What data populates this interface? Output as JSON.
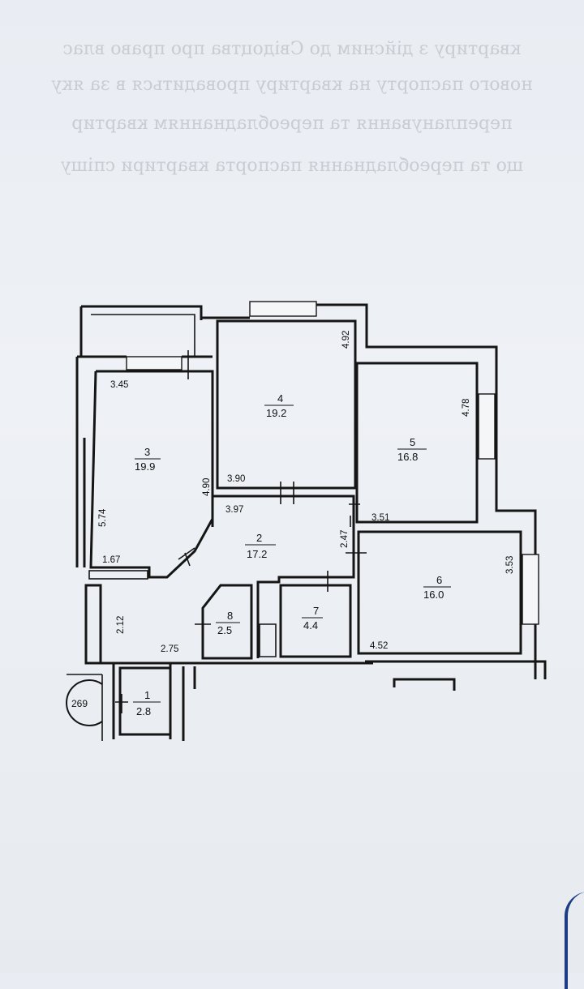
{
  "background_text": {
    "line1": "квартиру з дійсним до Свідоцтва про право влас",
    "line2": "нового паспорту на квартиру провадиться в за яку",
    "line3": "перепланування та переобладнанням квартир",
    "line4": "що та переобладнання паспорта квартири спішу"
  },
  "plan": {
    "apartment_number": "269",
    "rooms": [
      {
        "id": "1",
        "area": "2.8"
      },
      {
        "id": "2",
        "area": "17.2"
      },
      {
        "id": "3",
        "area": "19.9"
      },
      {
        "id": "4",
        "area": "19.2"
      },
      {
        "id": "5",
        "area": "16.8"
      },
      {
        "id": "6",
        "area": "16.0"
      },
      {
        "id": "7",
        "area": "4.4"
      },
      {
        "id": "8",
        "area": "2.5"
      }
    ],
    "dimensions": {
      "d345": "3.45",
      "d574": "5.74",
      "d490a": "4.90",
      "d167": "1.67",
      "d492": "4.92",
      "d390": "3.90",
      "d397": "3.97",
      "d478": "4.78",
      "d351": "3.51",
      "d247": "2.47",
      "d353": "3.53",
      "d452": "4.52",
      "d212": "2.12",
      "d275": "2.75"
    }
  }
}
